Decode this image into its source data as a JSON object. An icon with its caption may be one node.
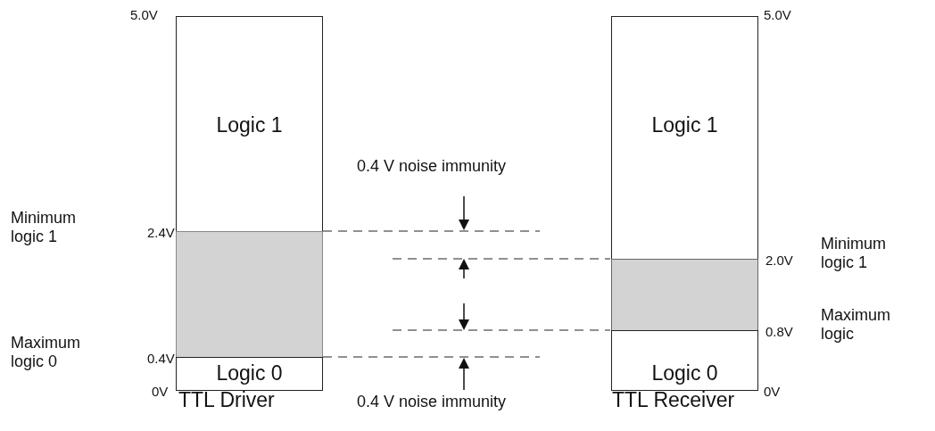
{
  "diagram": {
    "nodes": [
      {
        "text": [
          "Logic 1"
        ]
      },
      {
        "text": [],
        "shape": "box"
      },
      {
        "text": [
          "Logic 0"
        ]
      },
      {
        "text": [
          "Logic 1"
        ]
      },
      {
        "text": [],
        "shape": "box"
      },
      {
        "text": [
          "Logic 0"
        ]
      }
    ],
    "labels": [
      "5.0V",
      "5.0V",
      "0.4 V noise immunity",
      "Minimum logic 1",
      "2.4V",
      "2.0V",
      "Minimum logic 1",
      "0.8V",
      "Maximum logic",
      "Maximum logic 0",
      "0.4V",
      "0V",
      "0V",
      "TTL Driver",
      "0.4 V noise immunity",
      "TTL Receiver"
    ]
  }
}
